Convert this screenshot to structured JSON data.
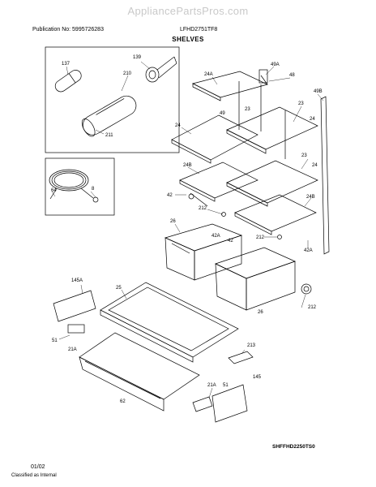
{
  "watermark": "AppliancePartsPros.com",
  "header": {
    "publication": "Publication No: 5995726283",
    "model": "LFHD2751TF8"
  },
  "title": "SHELVES",
  "diagram_code": "SHFFHD2250TS0",
  "page_number": "01/02",
  "footer": "Classified as Internal",
  "callouts": [
    {
      "label": "137"
    },
    {
      "label": "139"
    },
    {
      "label": "210"
    },
    {
      "label": "211"
    },
    {
      "label": "8"
    },
    {
      "label": "64"
    },
    {
      "label": "24A"
    },
    {
      "label": "49A"
    },
    {
      "label": "48"
    },
    {
      "label": "49B"
    },
    {
      "label": "49"
    },
    {
      "label": "23"
    },
    {
      "label": "23"
    },
    {
      "label": "24"
    },
    {
      "label": "24"
    },
    {
      "label": "23"
    },
    {
      "label": "24"
    },
    {
      "label": "24B"
    },
    {
      "label": "42"
    },
    {
      "label": "212"
    },
    {
      "label": "24B"
    },
    {
      "label": "42A"
    },
    {
      "label": "42"
    },
    {
      "label": "212"
    },
    {
      "label": "26"
    },
    {
      "label": "42A"
    },
    {
      "label": "145A"
    },
    {
      "label": "25"
    },
    {
      "label": "26"
    },
    {
      "label": "212"
    },
    {
      "label": "51"
    },
    {
      "label": "21A"
    },
    {
      "label": "213"
    },
    {
      "label": "62"
    },
    {
      "label": "21A"
    },
    {
      "label": "51"
    },
    {
      "label": "145"
    }
  ]
}
